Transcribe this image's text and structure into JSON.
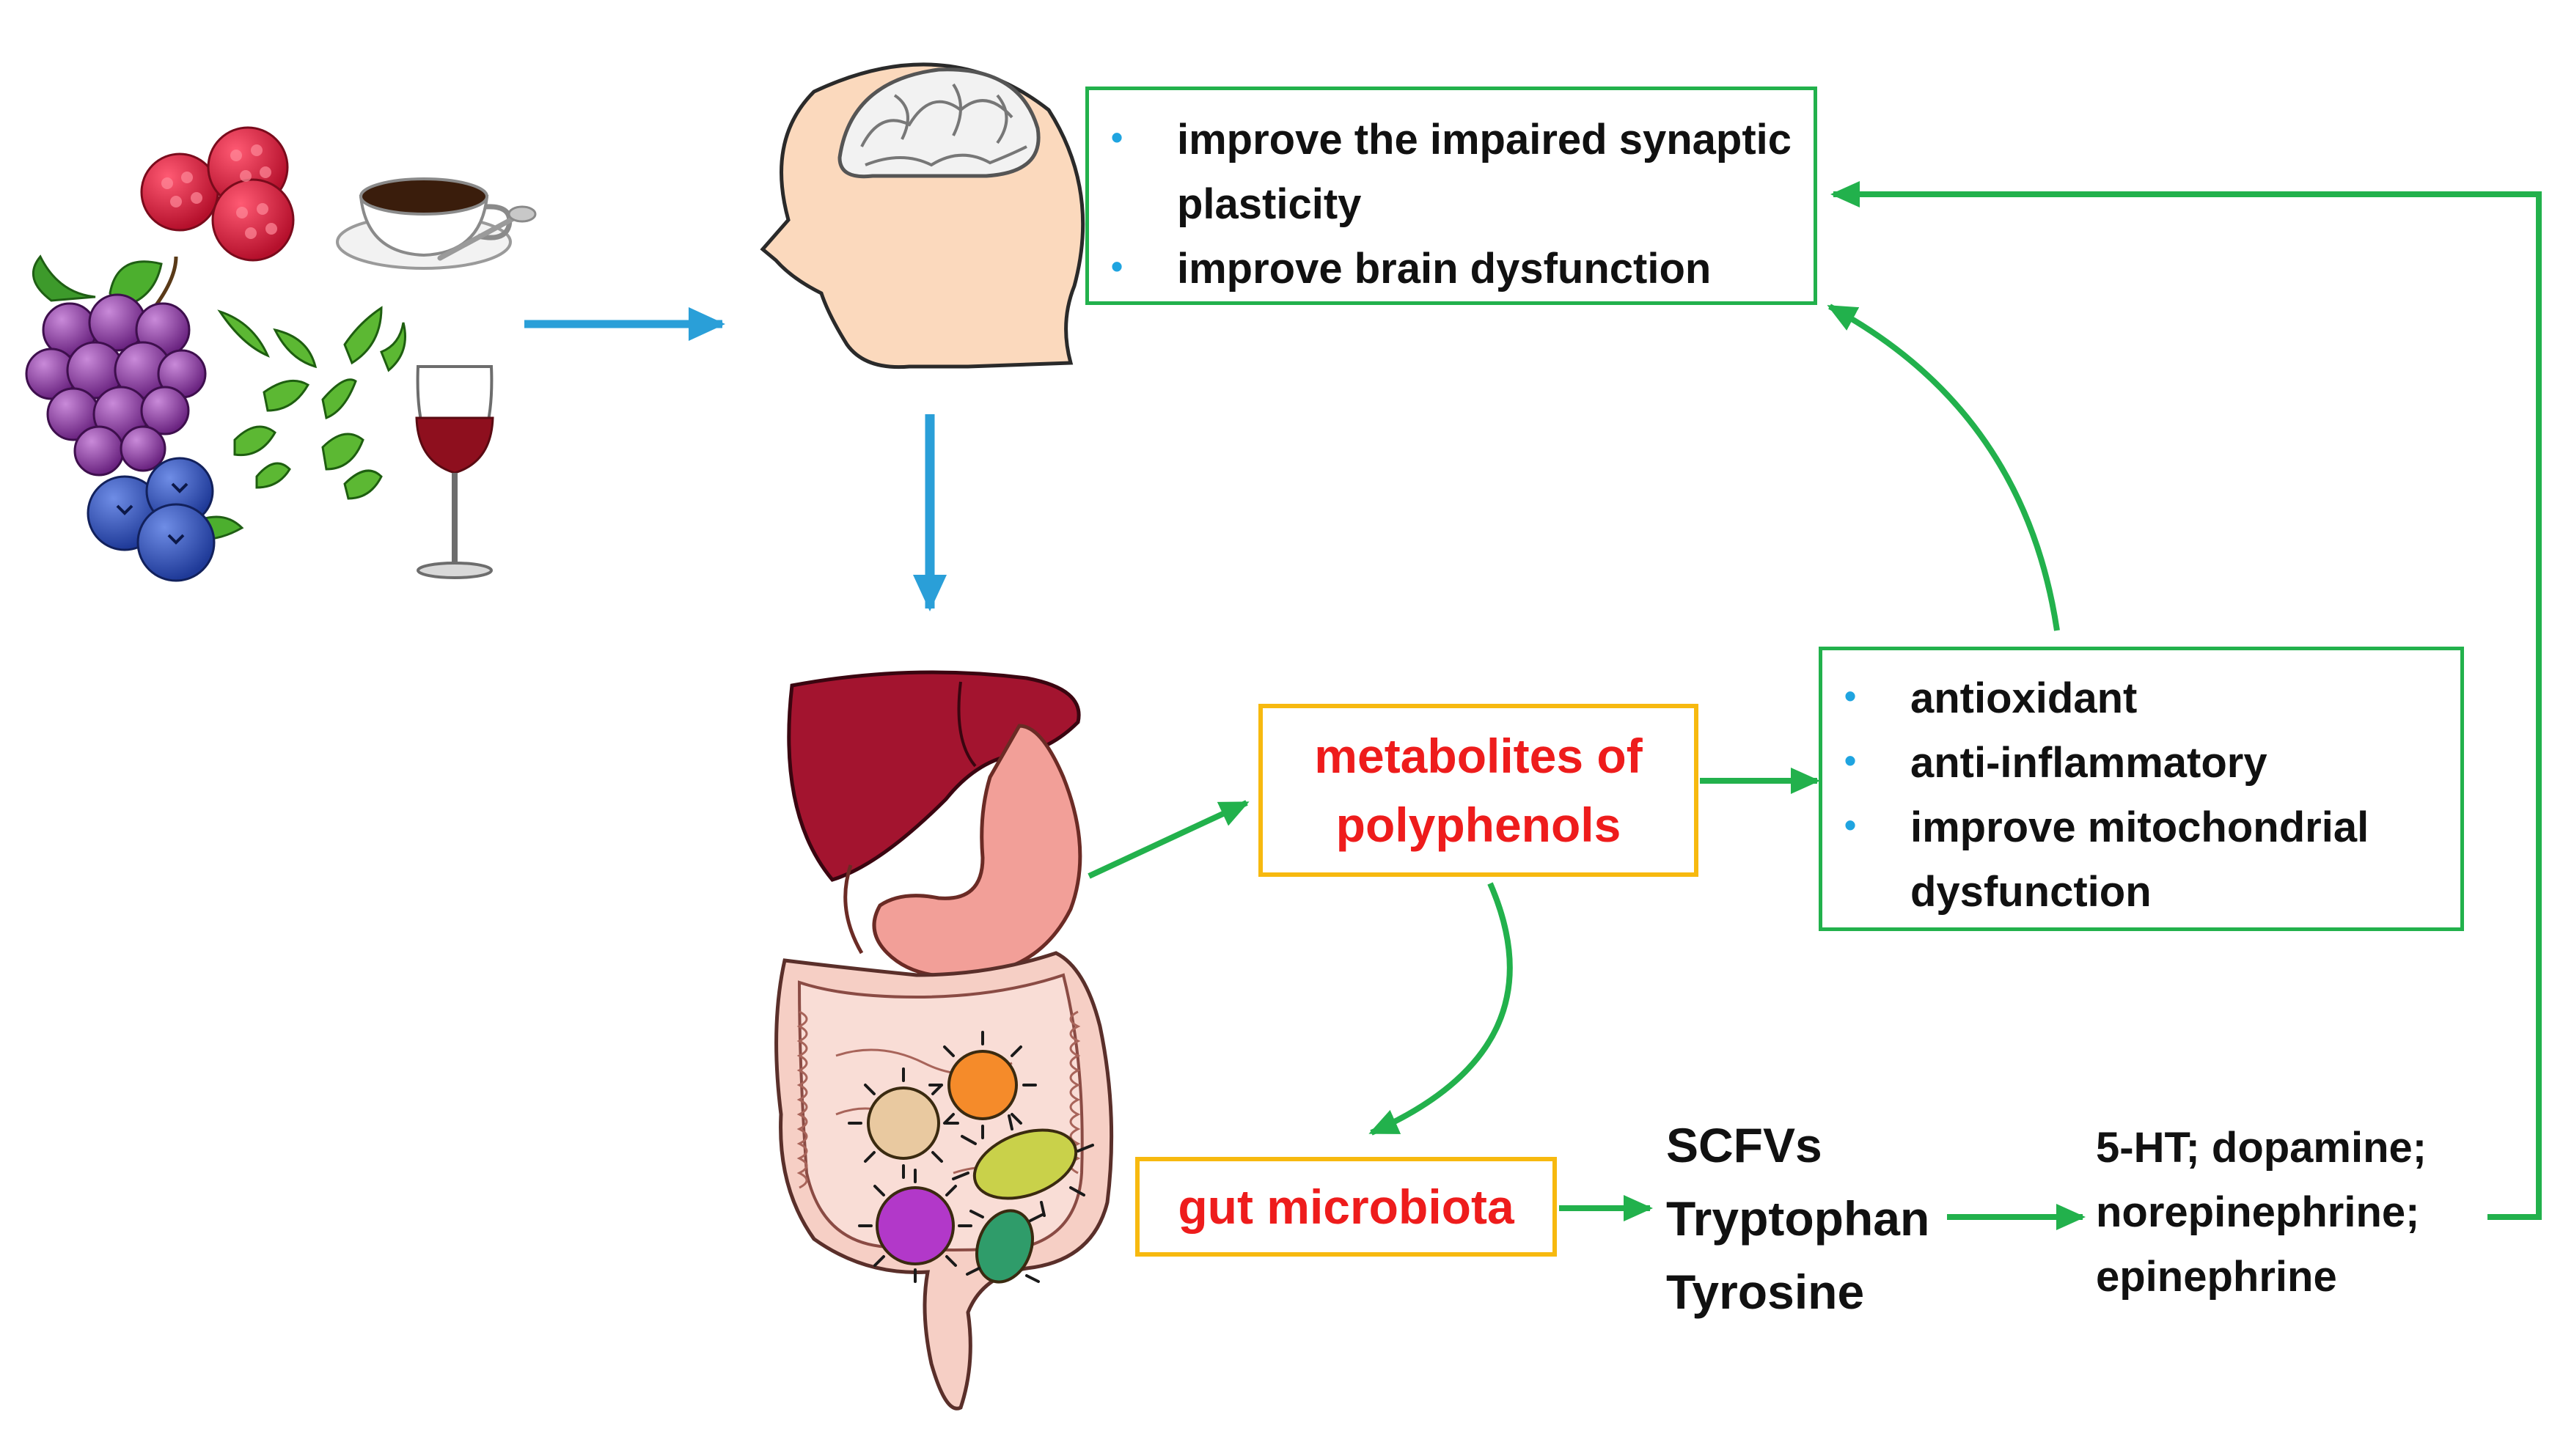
{
  "brain_effects": {
    "items": [
      "improve the impaired synaptic plasticity",
      "improve brain dysfunction"
    ]
  },
  "metabolites_label": "metabolites of polyphenols",
  "cellular_effects": {
    "items": [
      "antioxidant",
      "anti-inflammatory",
      "improve mitochondrial dysfunction"
    ]
  },
  "microbiota_label": "gut microbiota",
  "microbial_products": [
    "SCFVs",
    "Tryptophan",
    "Tyrosine"
  ],
  "neurotransmitters": [
    "5-HT; dopamine;",
    "norepinephrine;",
    "epinephrine"
  ],
  "icons": [
    "raspberry-icon",
    "coffee-cup-icon",
    "grapes-icon",
    "tea-leaves-icon",
    "red-wine-glass-icon",
    "blueberry-icon",
    "head-brain-icon",
    "liver-icon",
    "stomach-icon",
    "intestine-icon",
    "bacteria-icon"
  ],
  "colors": {
    "arrow_blue": "#2a9fd8",
    "arrow_green": "#22b14c",
    "box_green": "#22b14c",
    "box_yellow": "#f7b90f",
    "text_red": "#ee1c1c",
    "bullet_blue": "#1fa4e0"
  }
}
